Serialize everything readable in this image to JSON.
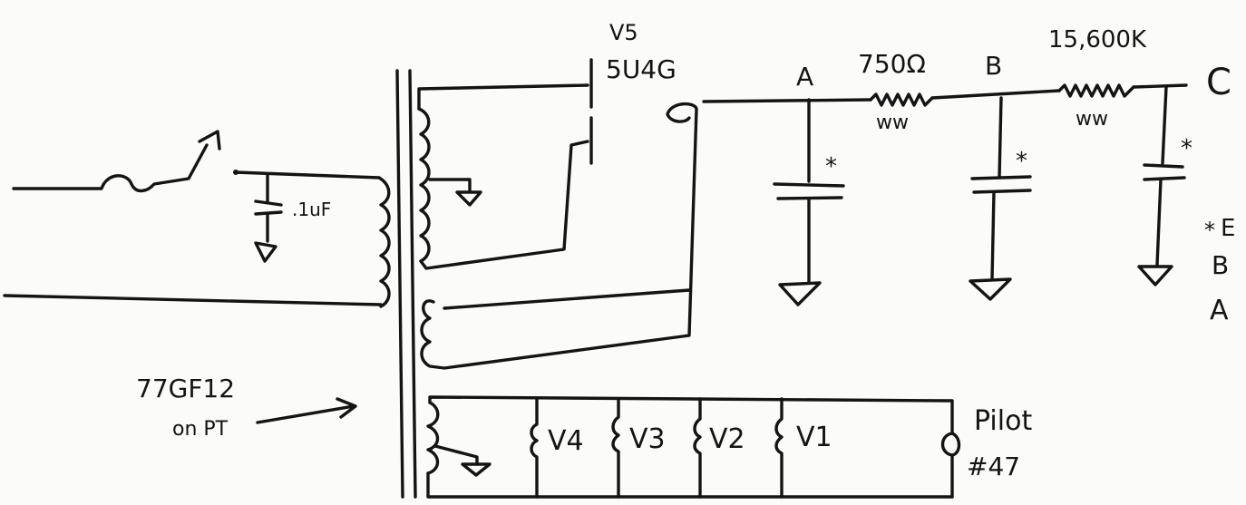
{
  "tube": {
    "ref": "V5",
    "type": "5U4G"
  },
  "nodes": {
    "a": "A",
    "b": "B",
    "c": "C"
  },
  "resistors": [
    {
      "value": "750Ω",
      "note": "ww"
    },
    {
      "value": "15,600K",
      "note": "ww"
    }
  ],
  "line_cap": ".1uF",
  "star": "*",
  "footnote": {
    "star": "*",
    "line1": "E",
    "line2": "B",
    "line3": "A"
  },
  "transformer_label": {
    "line1": "77GF12",
    "line2": "on PT"
  },
  "heaters": [
    "V4",
    "V3",
    "V2",
    "V1"
  ],
  "pilot": {
    "line1": "Pilot",
    "line2": "#47"
  }
}
